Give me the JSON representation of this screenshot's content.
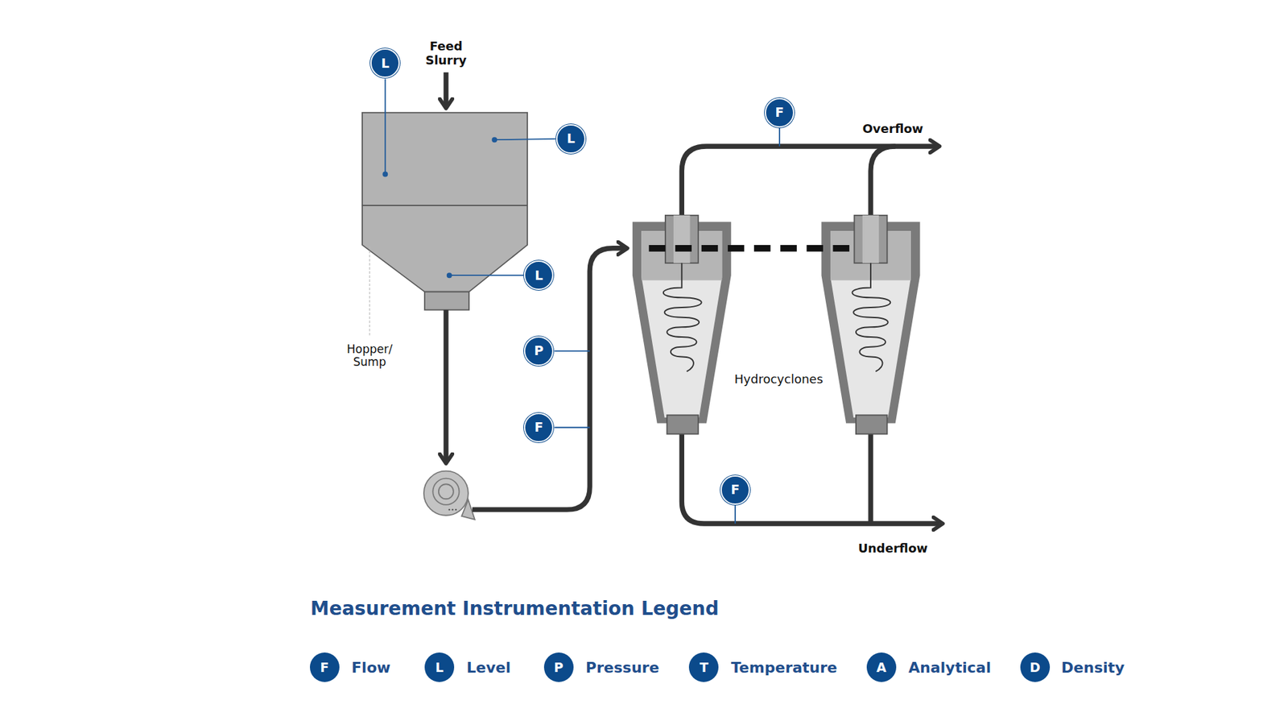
{
  "diagram": {
    "title": "Measurement Instrumentation Legend",
    "nodes": [
      {
        "text": [
          "L"
        ]
      },
      {
        "text": [
          "L"
        ]
      },
      {
        "text": [
          "L"
        ]
      },
      {
        "text": [
          "P"
        ]
      },
      {
        "text": [
          "F"
        ]
      },
      {
        "text": [
          "F"
        ]
      },
      {
        "text": [
          "F"
        ]
      }
    ],
    "labels": [
      "Feed Slurry",
      "Hopper/ Sump",
      "Hydrocyclones",
      "Overflow",
      "Underflow",
      "F",
      "L",
      "P",
      "T",
      "A",
      "D"
    ],
    "legend": [
      {
        "text": "Flow",
        "color": "#0b4a8b"
      },
      {
        "text": "Level",
        "color": "#0b4a8b"
      },
      {
        "text": "Pressure",
        "color": "#0b4a8b"
      },
      {
        "text": "Temperature",
        "color": "#0b4a8b"
      },
      {
        "text": "Analytical",
        "color": "#0b4a8b"
      },
      {
        "text": "Density",
        "color": "#0b4a8b"
      }
    ]
  }
}
